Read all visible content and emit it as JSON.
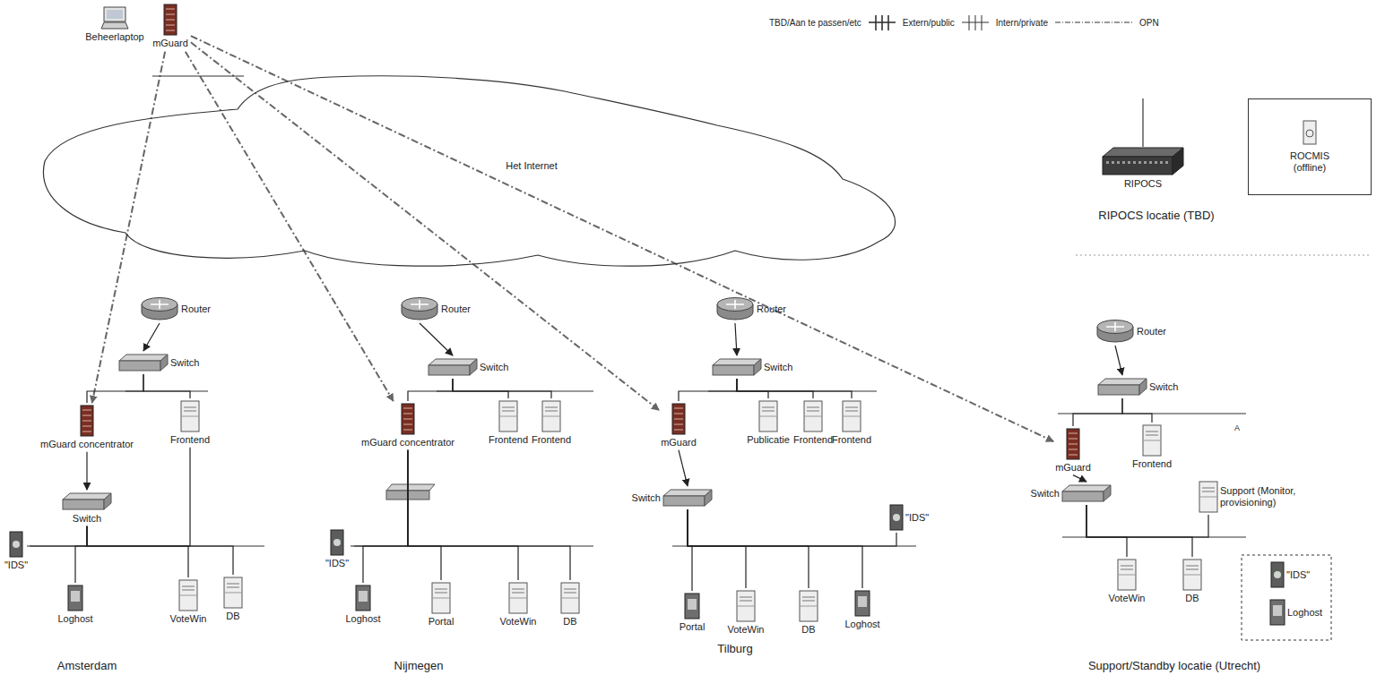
{
  "diagram": {
    "nodes": [
      {
        "text": [
          "Beheerlaptop"
        ]
      },
      {
        "text": [
          "mGuard"
        ]
      },
      {
        "text": [
          "Het Internet"
        ]
      },
      {
        "text": [
          "RIPOCS"
        ]
      },
      {
        "text": [
          "ROCMIS (offline)"
        ]
      },
      {
        "text": [
          "Router"
        ]
      },
      {
        "text": [
          "Switch"
        ]
      },
      {
        "text": [
          "mGuard concentrator"
        ]
      },
      {
        "text": [
          "Frontend"
        ]
      },
      {
        "text": [
          "Switch"
        ]
      },
      {
        "text": [
          "\"IDS\""
        ]
      },
      {
        "text": [
          "Loghost"
        ]
      },
      {
        "text": [
          "VoteWin"
        ]
      },
      {
        "text": [
          "DB"
        ]
      },
      {
        "text": [
          "Router"
        ]
      },
      {
        "text": [
          "Switch"
        ]
      },
      {
        "text": [
          "mGuard concentrator"
        ]
      },
      {
        "text": [
          "Frontend"
        ]
      },
      {
        "text": [
          "Frontend"
        ]
      },
      {
        "text": [
          "\"IDS\""
        ]
      },
      {
        "text": [
          "Loghost"
        ]
      },
      {
        "text": [
          "Portal"
        ]
      },
      {
        "text": [
          "VoteWin"
        ]
      },
      {
        "text": [
          "DB"
        ]
      },
      {
        "text": [
          "Router"
        ]
      },
      {
        "text": [
          "Switch"
        ]
      },
      {
        "text": [
          "mGuard"
        ]
      },
      {
        "text": [
          "Publicatie"
        ]
      },
      {
        "text": [
          "Frontend"
        ]
      },
      {
        "text": [
          "Frontend"
        ]
      },
      {
        "text": [
          "Switch"
        ]
      },
      {
        "text": [
          "\"IDS\""
        ]
      },
      {
        "text": [
          "Portal"
        ]
      },
      {
        "text": [
          "VoteWin"
        ]
      },
      {
        "text": [
          "DB"
        ]
      },
      {
        "text": [
          "Loghost"
        ]
      },
      {
        "text": [
          "Router"
        ]
      },
      {
        "text": [
          "Switch"
        ]
      },
      {
        "text": [
          "mGuard"
        ]
      },
      {
        "text": [
          "Frontend"
        ]
      },
      {
        "text": [
          "Switch"
        ]
      },
      {
        "text": [
          "Support (Monitor, provisioning)"
        ]
      },
      {
        "text": [
          "VoteWin"
        ]
      },
      {
        "text": [
          "DB"
        ]
      },
      {
        "text": [
          "\"IDS\""
        ]
      },
      {
        "text": [
          "Loghost"
        ]
      }
    ],
    "edges": [
      {
        "from": 1,
        "to": 7,
        "arrow": "to"
      },
      {
        "from": 1,
        "to": 16,
        "arrow": "to"
      },
      {
        "from": 1,
        "to": 26,
        "arrow": "to"
      },
      {
        "from": 1,
        "to": 38,
        "arrow": "to"
      },
      {
        "from": 5,
        "to": 6,
        "arrow": "to"
      },
      {
        "from": 6,
        "to": 7,
        "arrow": "none"
      },
      {
        "from": 6,
        "to": 8,
        "arrow": "none"
      },
      {
        "from": 7,
        "to": 9,
        "arrow": "to"
      },
      {
        "from": 8,
        "to": 9,
        "arrow": "none"
      },
      {
        "from": 9,
        "to": 10,
        "arrow": "none"
      },
      {
        "from": 9,
        "to": 11,
        "arrow": "none"
      },
      {
        "from": 9,
        "to": 12,
        "arrow": "none"
      },
      {
        "from": 9,
        "to": 13,
        "arrow": "none"
      },
      {
        "from": 14,
        "to": 15,
        "arrow": "to"
      },
      {
        "from": 15,
        "to": 16,
        "arrow": "none"
      },
      {
        "from": 15,
        "to": 17,
        "arrow": "none"
      },
      {
        "from": 15,
        "to": 18,
        "arrow": "none"
      },
      {
        "from": 16,
        "to": 19,
        "arrow": "none"
      },
      {
        "from": 16,
        "to": 20,
        "arrow": "none"
      },
      {
        "from": 16,
        "to": 21,
        "arrow": "none"
      },
      {
        "from": 16,
        "to": 22,
        "arrow": "none"
      },
      {
        "from": 16,
        "to": 23,
        "arrow": "none"
      },
      {
        "from": 24,
        "to": 25,
        "arrow": "to"
      },
      {
        "from": 25,
        "to": 26,
        "arrow": "none"
      },
      {
        "from": 25,
        "to": 27,
        "arrow": "none"
      },
      {
        "from": 25,
        "to": 28,
        "arrow": "none"
      },
      {
        "from": 25,
        "to": 29,
        "arrow": "none"
      },
      {
        "from": 26,
        "to": 30,
        "arrow": "to"
      },
      {
        "from": 30,
        "to": 31,
        "arrow": "none"
      },
      {
        "from": 30,
        "to": 32,
        "arrow": "none"
      },
      {
        "from": 30,
        "to": 33,
        "arrow": "none"
      },
      {
        "from": 30,
        "to": 34,
        "arrow": "none"
      },
      {
        "from": 30,
        "to": 35,
        "arrow": "none"
      },
      {
        "from": 36,
        "to": 37,
        "arrow": "to"
      },
      {
        "from": 37,
        "to": 38,
        "arrow": "none"
      },
      {
        "from": 37,
        "to": 39,
        "arrow": "none"
      },
      {
        "from": 38,
        "to": 40,
        "arrow": "to"
      },
      {
        "from": 40,
        "to": 41,
        "arrow": "none"
      },
      {
        "from": 40,
        "to": 42,
        "arrow": "none"
      },
      {
        "from": 40,
        "to": 43,
        "arrow": "none"
      }
    ],
    "labels": [
      "RIPOCS locatie (TBD)",
      "Amsterdam",
      "Nijmegen",
      "Tilburg",
      "Support/Standby locatie (Utrecht)",
      "A"
    ],
    "legend": [
      {
        "text": "TBD/Aan te passen/etc"
      },
      {
        "text": "Extern/public"
      },
      {
        "text": "Intern/private"
      },
      {
        "text": "OPN"
      }
    ]
  }
}
